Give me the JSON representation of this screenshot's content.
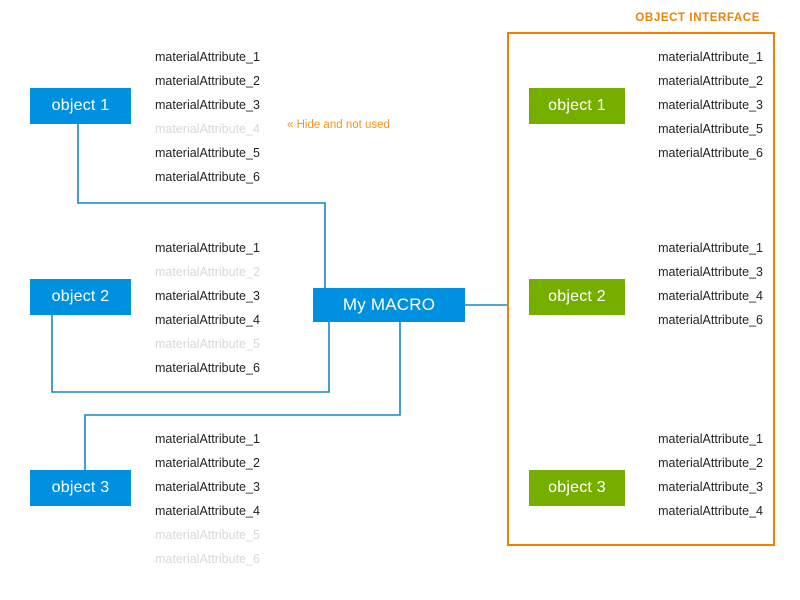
{
  "diagram": {
    "title_hidden": "",
    "colors": {
      "source_node": "#0090e0",
      "interface_node": "#76ae00",
      "macro_node": "#0090e0",
      "panel_border": "#f08000",
      "panel_label": "#f08000",
      "annotation": "#f7941e",
      "wire": "#1787c8",
      "attribute_text": "#231f20",
      "attribute_hidden_text": "#d8d8d8"
    },
    "annotation": {
      "text": "« Hide and not used"
    },
    "panel": {
      "label": "OBJECT INTERFACE"
    },
    "macro": {
      "label": "My MACRO"
    },
    "source_objects": [
      {
        "label": "object 1",
        "attributes": [
          {
            "name": "materialAttribute_1",
            "hidden": false
          },
          {
            "name": "materialAttribute_2",
            "hidden": false
          },
          {
            "name": "materialAttribute_3",
            "hidden": false
          },
          {
            "name": "materialAttribute_4",
            "hidden": true
          },
          {
            "name": "materialAttribute_5",
            "hidden": false
          },
          {
            "name": "materialAttribute_6",
            "hidden": false
          }
        ]
      },
      {
        "label": "object 2",
        "attributes": [
          {
            "name": "materialAttribute_1",
            "hidden": false
          },
          {
            "name": "materialAttribute_2",
            "hidden": true
          },
          {
            "name": "materialAttribute_3",
            "hidden": false
          },
          {
            "name": "materialAttribute_4",
            "hidden": false
          },
          {
            "name": "materialAttribute_5",
            "hidden": true
          },
          {
            "name": "materialAttribute_6",
            "hidden": false
          }
        ]
      },
      {
        "label": "object 3",
        "attributes": [
          {
            "name": "materialAttribute_1",
            "hidden": false
          },
          {
            "name": "materialAttribute_2",
            "hidden": false
          },
          {
            "name": "materialAttribute_3",
            "hidden": false
          },
          {
            "name": "materialAttribute_4",
            "hidden": false
          },
          {
            "name": "materialAttribute_5",
            "hidden": true
          },
          {
            "name": "materialAttribute_6",
            "hidden": true
          }
        ]
      }
    ],
    "interface_objects": [
      {
        "label": "object 1",
        "attributes": [
          {
            "name": "materialAttribute_1",
            "hidden": false
          },
          {
            "name": "materialAttribute_2",
            "hidden": false
          },
          {
            "name": "materialAttribute_3",
            "hidden": false
          },
          {
            "name": "materialAttribute_5",
            "hidden": false
          },
          {
            "name": "materialAttribute_6",
            "hidden": false
          }
        ]
      },
      {
        "label": "object 2",
        "attributes": [
          {
            "name": "materialAttribute_1",
            "hidden": false
          },
          {
            "name": "materialAttribute_3",
            "hidden": false
          },
          {
            "name": "materialAttribute_4",
            "hidden": false
          },
          {
            "name": "materialAttribute_6",
            "hidden": false
          }
        ]
      },
      {
        "label": "object 3",
        "attributes": [
          {
            "name": "materialAttribute_1",
            "hidden": false
          },
          {
            "name": "materialAttribute_2",
            "hidden": false
          },
          {
            "name": "materialAttribute_3",
            "hidden": false
          },
          {
            "name": "materialAttribute_4",
            "hidden": false
          }
        ]
      }
    ]
  }
}
